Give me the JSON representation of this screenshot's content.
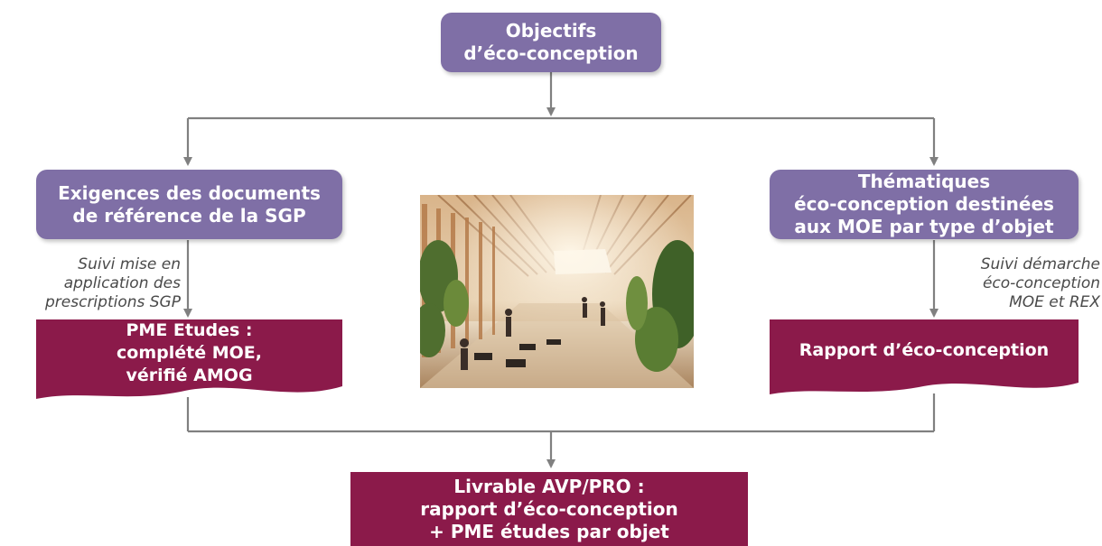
{
  "nodes": {
    "objectifs": [
      "Objectifs",
      "d’éco-conception"
    ],
    "exigences": [
      "Exigences des documents",
      "de référence de la SGP"
    ],
    "thematiques": [
      "Thématiques",
      "éco-conception destinées",
      "aux MOE par type d’objet"
    ],
    "pme_etudes": [
      "PME Etudes :",
      "complété MOE,",
      "vérifié AMOG"
    ],
    "rapport": [
      "Rapport d’éco-conception"
    ],
    "livrable": [
      "Livrable AVP/PRO :",
      "rapport  d’éco-conception",
      "+ PME études par objet"
    ]
  },
  "notes": {
    "left": [
      "Suivi mise en",
      "application des",
      "prescriptions SGP"
    ],
    "right": [
      "Suivi démarche",
      "éco-conception",
      "MOE et REX"
    ]
  },
  "colors": {
    "purple": "#7f6fa6",
    "crimson": "#8b1a4a",
    "connector": "#808080",
    "note_text": "#4a4a4a"
  }
}
